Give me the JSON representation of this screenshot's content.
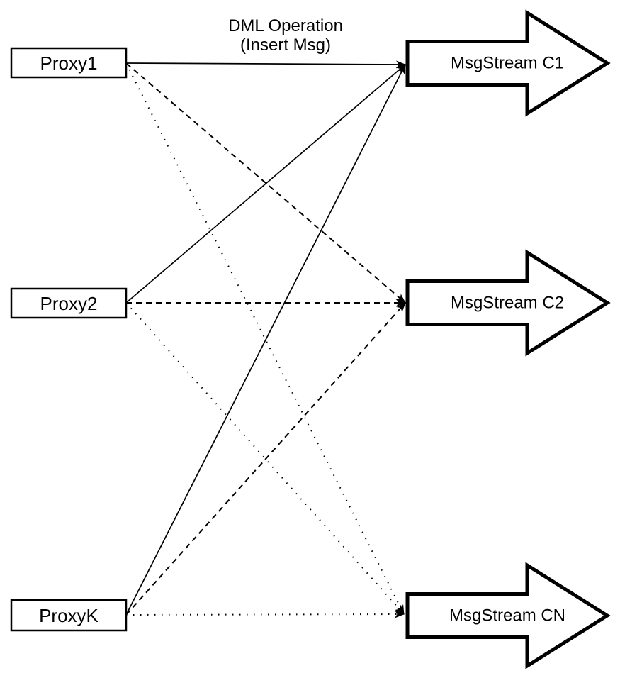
{
  "title": {
    "line1": "DML Operation",
    "line2": "(Insert Msg)"
  },
  "proxies": [
    {
      "id": "proxy1",
      "label": "Proxy1"
    },
    {
      "id": "proxy2",
      "label": "Proxy2"
    },
    {
      "id": "proxyk",
      "label": "ProxyK"
    }
  ],
  "streams": [
    {
      "id": "c1",
      "label": "MsgStream C1"
    },
    {
      "id": "c2",
      "label": "MsgStream C2"
    },
    {
      "id": "cn",
      "label": "MsgStream CN"
    }
  ],
  "edges": [
    {
      "from": "proxy1",
      "to": "c1",
      "style": "solid"
    },
    {
      "from": "proxy1",
      "to": "c2",
      "style": "dashed"
    },
    {
      "from": "proxy1",
      "to": "cn",
      "style": "dotted"
    },
    {
      "from": "proxy2",
      "to": "c1",
      "style": "solid"
    },
    {
      "from": "proxy2",
      "to": "c2",
      "style": "dashed"
    },
    {
      "from": "proxy2",
      "to": "cn",
      "style": "dotted"
    },
    {
      "from": "proxyk",
      "to": "c1",
      "style": "solid"
    },
    {
      "from": "proxyk",
      "to": "c2",
      "style": "dashed"
    },
    {
      "from": "proxyk",
      "to": "cn",
      "style": "dotted"
    }
  ],
  "colors": {
    "stroke": "#000000",
    "fill": "#ffffff"
  }
}
